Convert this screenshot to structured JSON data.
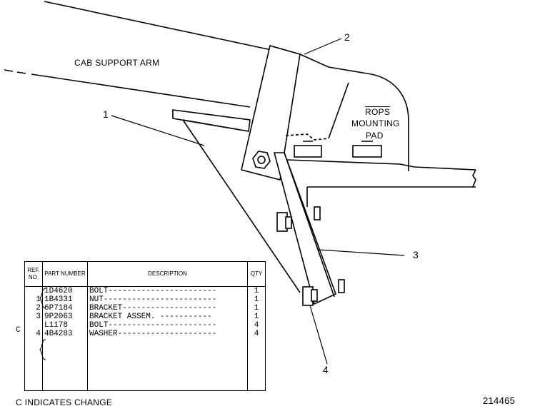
{
  "labels": {
    "cab_support_arm": "CAB SUPPORT ARM",
    "rops_line1": "ROPS",
    "rops_line2": "MOUNTING",
    "rops_line3": "PAD",
    "callout_1": "1",
    "callout_2": "2",
    "callout_3": "3",
    "callout_4": "4"
  },
  "table": {
    "headers": {
      "ref_no": "REF. NO.",
      "part_number": "PART NUMBER",
      "description": "DESCRIPTION",
      "qty": "QTY"
    },
    "rows": [
      {
        "change": "",
        "ref": "",
        "part": "1D4620",
        "desc": "BOLT-----------------------",
        "qty": "1"
      },
      {
        "change": "",
        "ref": "1",
        "part": "1B4331",
        "desc": "NUT------------------------",
        "qty": "1"
      },
      {
        "change": "",
        "ref": "2",
        "part": "6P7184",
        "desc": "BRACKET--------------------",
        "qty": "1"
      },
      {
        "change": "C",
        "ref": "3",
        "part": "9P2063",
        "desc": "BRACKET ASSEM. -----------",
        "qty": "1"
      },
      {
        "change": "",
        "ref": "",
        "part": "L1178",
        "desc": "BOLT-----------------------",
        "qty": "4"
      },
      {
        "change": "",
        "ref": "4",
        "part": "4B4283",
        "desc": "WASHER---------------------",
        "qty": "4"
      }
    ]
  },
  "footer": {
    "change_note": "C INDICATES CHANGE",
    "drawing_number": "214465"
  }
}
